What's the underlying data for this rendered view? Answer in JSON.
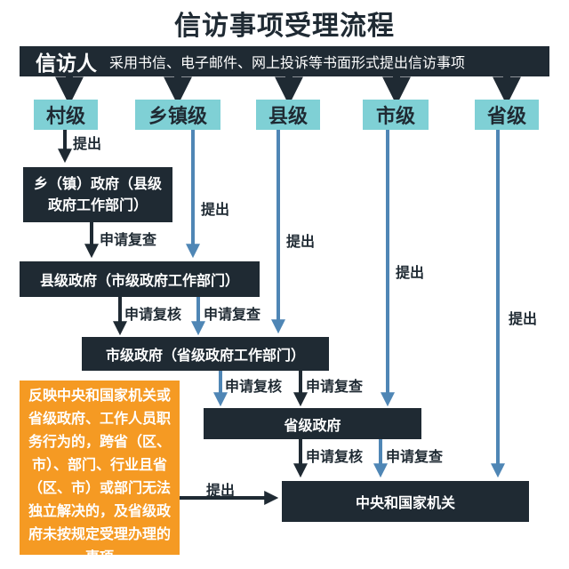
{
  "title": "信访事项受理流程",
  "top_bar": {
    "actor": "信访人",
    "description": "采用书信、电子邮件、网上投诉等书面形式提出信访事项"
  },
  "levels": [
    "村级",
    "乡镇级",
    "县级",
    "市级",
    "省级"
  ],
  "boxes": {
    "township": "乡（镇）政府（县级政府工作部门）",
    "county": "县级政府（市级政府工作部门）",
    "city": "市级政府（省级政府工作部门）",
    "province": "省级政府",
    "central": "中央和国家机关"
  },
  "labels": {
    "submit": "提出",
    "apply_review": "申请复查",
    "apply_recheck": "申请复核"
  },
  "side_note": "反映中央和国家机关或省级政府、工作人员职务行为的，跨省（区、市）、部门、行业且省（区、市）或部门无法独立解决的，及省级政府未按规定受理办理的事项",
  "colors": {
    "dark": "#1f2a33",
    "teal": "#7fd0d5",
    "arrow_blue": "#4f86b5",
    "orange": "#f59a23"
  }
}
